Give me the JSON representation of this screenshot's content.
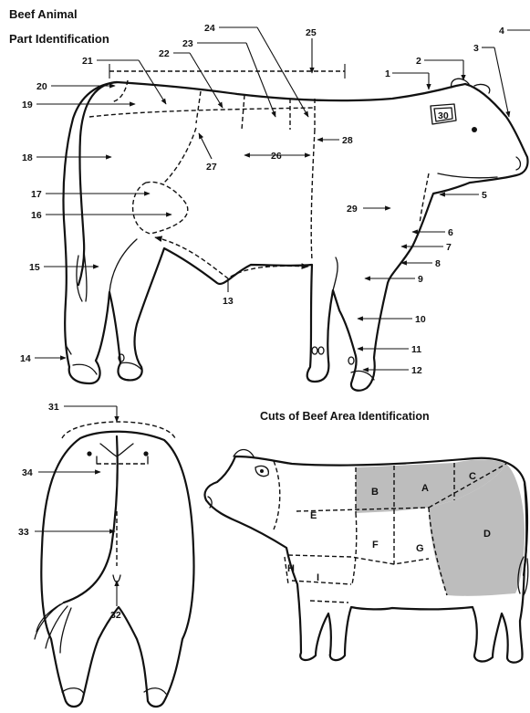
{
  "title_line1": "Beef Animal",
  "title_line2": "Part Identification",
  "cuts_title": "Cuts of Beef Area Identification",
  "part_numbers": [
    "1",
    "2",
    "3",
    "4",
    "5",
    "6",
    "7",
    "8",
    "9",
    "10",
    "11",
    "12",
    "13",
    "14",
    "15",
    "16",
    "17",
    "18",
    "19",
    "20",
    "21",
    "22",
    "23",
    "24",
    "25",
    "26",
    "27",
    "28",
    "29",
    "30",
    "31",
    "32",
    "33",
    "34"
  ],
  "cut_letters": [
    "A",
    "B",
    "C",
    "D",
    "E",
    "F",
    "G",
    "H",
    "I"
  ],
  "shaded_cuts": [
    "A",
    "B",
    "C",
    "D"
  ],
  "colors": {
    "line": "#111111",
    "shade": "#bdbdbd",
    "background": "#ffffff"
  }
}
